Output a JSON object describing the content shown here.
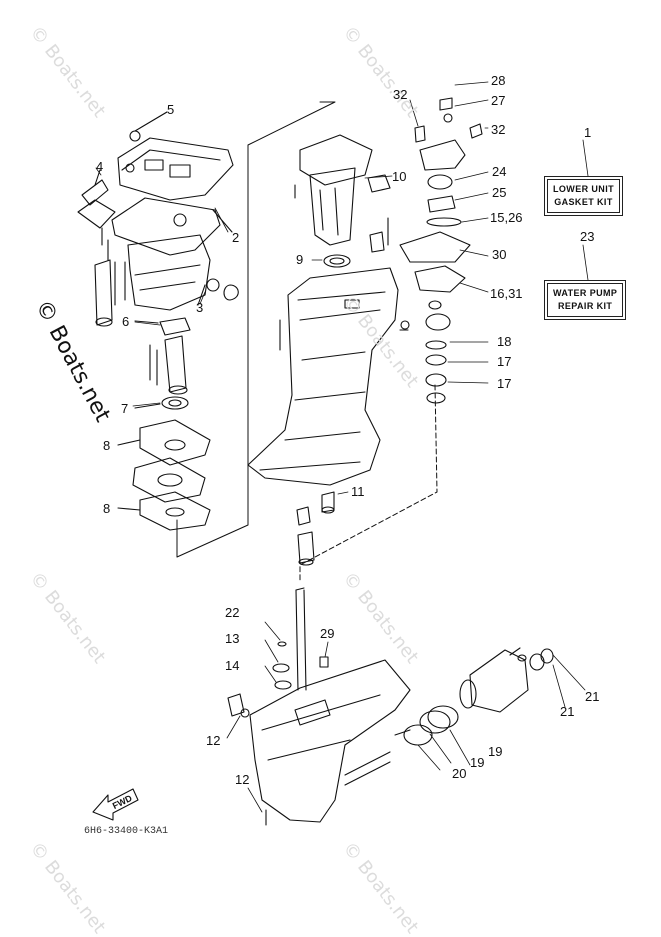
{
  "watermark": {
    "text": "© Boats.net",
    "main_text": "© Boats.net",
    "color": "#dcdcdc"
  },
  "kits": {
    "lower_unit": {
      "ref": "1",
      "line1": "LOWER UNIT",
      "line2": "GASKET KIT"
    },
    "water_pump": {
      "ref": "23",
      "line1": "WATER PUMP",
      "line2": "REPAIR KIT"
    }
  },
  "callouts": {
    "c28": "28",
    "c27": "27",
    "c32a": "32",
    "c32b": "32",
    "c5": "5",
    "c4": "4",
    "c2": "2",
    "c10": "10",
    "c24": "24",
    "c25": "25",
    "c1526": "15,26",
    "c9": "9",
    "c30": "30",
    "c3": "3",
    "c1631": "16,31",
    "c6": "6",
    "c18": "18",
    "c17a": "17",
    "c17b": "17",
    "c7": "7",
    "c8a": "8",
    "c8b": "8",
    "c11": "11",
    "c22": "22",
    "c13": "13",
    "c29": "29",
    "c14": "14",
    "c21a": "21",
    "c21b": "21",
    "c12a": "12",
    "c12b": "12",
    "c19a": "19",
    "c19b": "19",
    "c20": "20"
  },
  "fwd_label": "FWD",
  "diagram_code": "6H6-33400-K3A1"
}
